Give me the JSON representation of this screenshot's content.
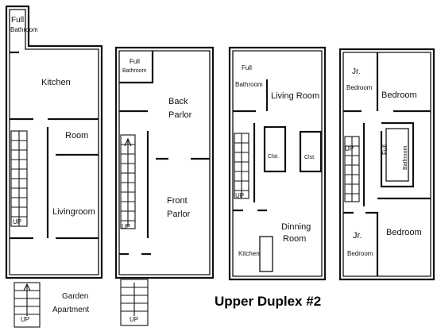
{
  "title": "Upper Duplex #2",
  "plan1": {
    "full_bathroom_line1": "Full",
    "full_bathroom_line2": "Bathroom",
    "kitchen": "Kitchen",
    "room": "Room",
    "livingroom": "Livingroom",
    "stair_up": "UP",
    "entry_stair_up": "UP",
    "garden_line1": "Garden",
    "garden_line2": "Apartment"
  },
  "plan2": {
    "full_bathroom_line1": "Full",
    "full_bathroom_line2": "Bathroom",
    "back_parlor_line1": "Back",
    "back_parlor_line2": "Parlor",
    "front_parlor_line1": "Front",
    "front_parlor_line2": "Parlor",
    "stair_up": "UP",
    "entry_stair_up": "UP"
  },
  "plan3": {
    "full_bathroom_line1": "Full",
    "full_bathroom_line2": "Bathroom",
    "living_room": "Living Room",
    "closet_left": "Clst.",
    "closet_right": "Clst.",
    "dinning_room_line1": "Dinning",
    "dinning_room_line2": "Room",
    "kitchen": "Kitchen",
    "stair_up": "UP"
  },
  "plan4": {
    "jr_bedroom_top_line1": "Jr.",
    "jr_bedroom_top_line2": "Bedroom",
    "bedroom_top": "Bedroom",
    "full_bathroom_line1": "Full",
    "full_bathroom_line2": "Bathroom",
    "jr_bedroom_bottom_line1": "Jr.",
    "jr_bedroom_bottom_line2": "Bedroom",
    "bedroom_bottom": "Bedroom",
    "stair_up": "UP"
  }
}
